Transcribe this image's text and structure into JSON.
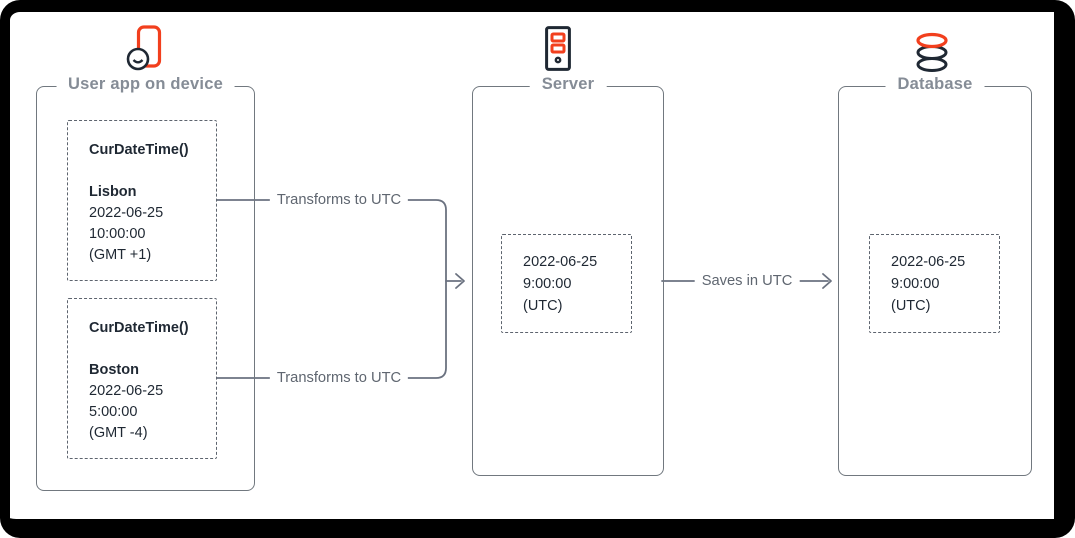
{
  "palette": {
    "accent_orange": "#F23F1D",
    "ink": "#1F2833",
    "node_title_gray": "#858C96",
    "edge_label_gray": "#5F6670",
    "line_gray": "#6B7280",
    "dash_gray": "#5D646E",
    "frame_black": "#000000",
    "background": "#FFFFFF"
  },
  "nodes": {
    "user_app": {
      "title": "User app on device",
      "icon": "phone-user-icon",
      "calls": [
        {
          "function": "CurDateTime()",
          "city": "Lisbon",
          "date": "2022-06-25",
          "time": "10:00:00",
          "offset": "(GMT +1)"
        },
        {
          "function": "CurDateTime()",
          "city": "Boston",
          "date": "2022-06-25",
          "time": "5:00:00",
          "offset": "(GMT -4)"
        }
      ]
    },
    "server": {
      "title": "Server",
      "icon": "server-icon",
      "value": {
        "date": "2022-06-25",
        "time": "9:00:00",
        "zone": "(UTC)"
      }
    },
    "database": {
      "title": "Database",
      "icon": "database-icon",
      "value": {
        "date": "2022-06-25",
        "time": "9:00:00",
        "zone": "(UTC)"
      }
    }
  },
  "edges": {
    "transform_top": "Transforms to UTC",
    "transform_bottom": "Transforms to UTC",
    "save": "Saves in UTC"
  }
}
